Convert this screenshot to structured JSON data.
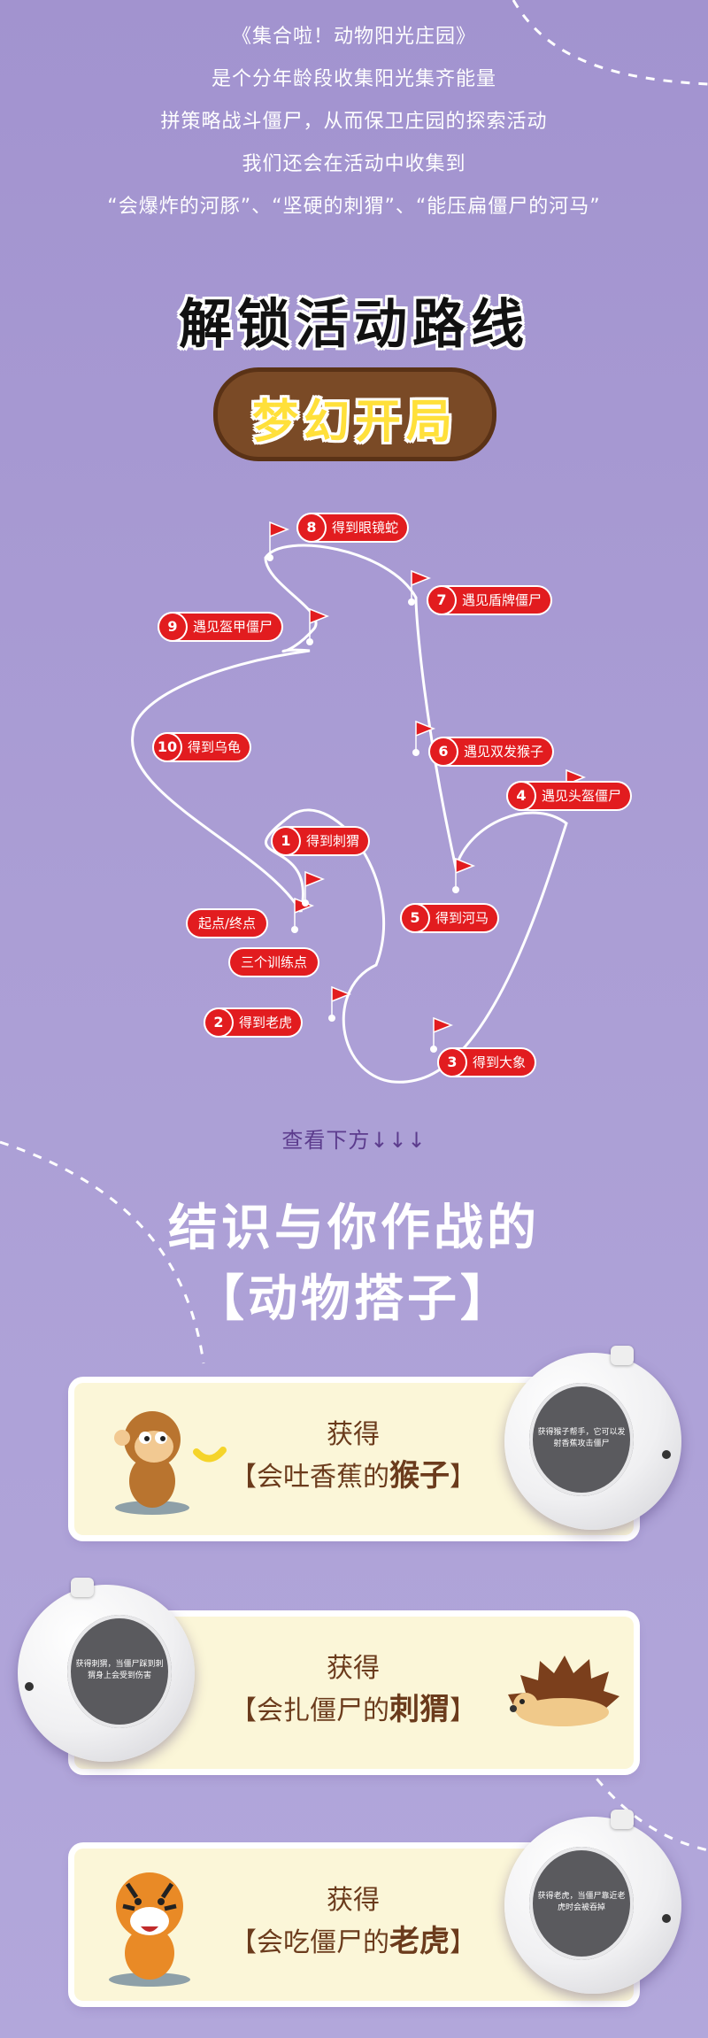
{
  "intro": {
    "lines": [
      "《集合啦！动物阳光庄园》",
      "是个分年龄段收集阳光集齐能量",
      "拼策略战斗僵尸，从而保卫庄园的探索活动",
      "我们还会在活动中收集到",
      "“会爆炸的河豚”、“坚硬的刺猬”、“能压扁僵尸的河马”"
    ]
  },
  "route_title": "解锁活动路线",
  "route_badge": "梦幻开局",
  "route": {
    "start_label": "起点/终点",
    "training_label": "三个训练点",
    "stops": [
      {
        "num": "1",
        "label": "得到刺猬"
      },
      {
        "num": "2",
        "label": "得到老虎"
      },
      {
        "num": "3",
        "label": "得到大象"
      },
      {
        "num": "4",
        "label": "遇见头盔僵尸"
      },
      {
        "num": "5",
        "label": "得到河马"
      },
      {
        "num": "6",
        "label": "遇见双发猴子"
      },
      {
        "num": "7",
        "label": "遇见盾牌僵尸"
      },
      {
        "num": "8",
        "label": "得到眼镜蛇"
      },
      {
        "num": "9",
        "label": "遇见盔甲僵尸"
      },
      {
        "num": "10",
        "label": "得到乌龟"
      }
    ]
  },
  "look_below": "查看下方↓↓↓",
  "partners_title": [
    "结识与你作战的",
    "【动物搭子】"
  ],
  "cards": [
    {
      "get": "获得",
      "prefix": "【会吐香蕉的",
      "name": "猴子",
      "suffix": "】",
      "screen_text": "获得猴子帮手，它可以发射香蕉攻击僵尸"
    },
    {
      "get": "获得",
      "prefix": "【会扎僵尸的",
      "name": "刺猬",
      "suffix": "】",
      "screen_text": "获得刺猬，当僵尸踩到刺猬身上会受到伤害"
    },
    {
      "get": "获得",
      "prefix": "【会吃僵尸的",
      "name": "老虎",
      "suffix": "】",
      "screen_text": "获得老虎，当僵尸靠近老虎时会被吞掉"
    }
  ],
  "colors": {
    "background": "#a99bd3",
    "pill": "#e21c1f",
    "card": "#fbf6d8",
    "brown": "#6b3b1c",
    "badge": "#7a4a26",
    "badge_text": "#ffe03a"
  }
}
